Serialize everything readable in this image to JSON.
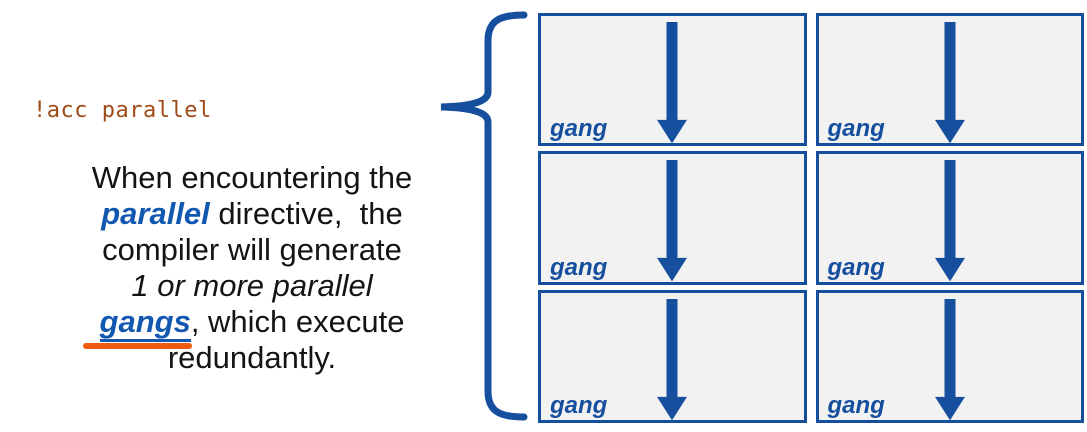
{
  "code_label": "!acc parallel",
  "paragraph": {
    "lines": [
      {
        "segments": [
          {
            "text": "When encountering the",
            "style": "plain"
          }
        ]
      },
      {
        "segments": [
          {
            "text": "parallel",
            "style": "em"
          },
          {
            "text": " directive,  the",
            "style": "plain"
          }
        ]
      },
      {
        "segments": [
          {
            "text": "compiler will generate",
            "style": "plain"
          }
        ]
      },
      {
        "segments": [
          {
            "text": "1 or more parallel",
            "style": "italic"
          }
        ]
      },
      {
        "segments": [
          {
            "text": "gangs",
            "style": "em-link"
          },
          {
            "text": ", which execute",
            "style": "plain"
          }
        ]
      },
      {
        "segments": [
          {
            "text": "redundantly.",
            "style": "plain"
          }
        ]
      }
    ]
  },
  "brace": {
    "icon": "left-curly-brace",
    "color": "#154F9E"
  },
  "grid": {
    "rows": 3,
    "columns": 2,
    "boxes": [
      {
        "label": "gang",
        "icon": "down-arrow"
      },
      {
        "label": "gang",
        "icon": "down-arrow"
      },
      {
        "label": "gang",
        "icon": "down-arrow"
      },
      {
        "label": "gang",
        "icon": "down-arrow"
      },
      {
        "label": "gang",
        "icon": "down-arrow"
      },
      {
        "label": "gang",
        "icon": "down-arrow"
      }
    ]
  },
  "colors": {
    "shape_blue": "#154F9E",
    "emphasis_blue": "#1358B0",
    "box_fill": "#F2F2F2",
    "code_brown": "#9E4B17",
    "marker_orange": "#F05A0C",
    "body_text": "#141414",
    "background": "#FFFFFF"
  }
}
